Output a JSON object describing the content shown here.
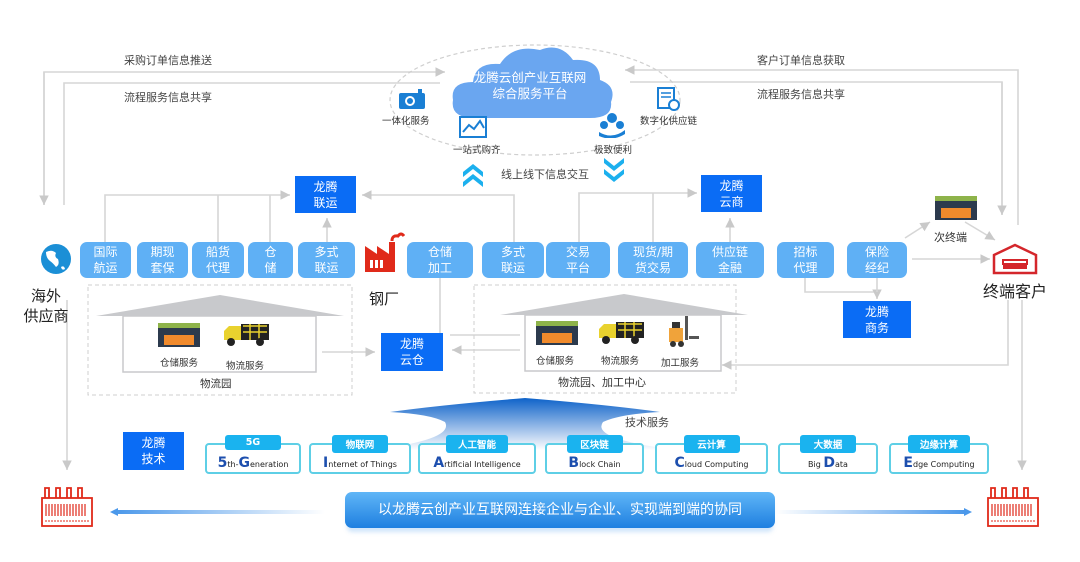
{
  "colors": {
    "service_box": "#5fb0f5",
    "longteng_box": "#0a6cf5",
    "cloud": "#6aa6f0",
    "factory_red": "#e02a1a",
    "connector_gray": "#d4d4d4",
    "tech_border": "#5ecfe6",
    "tech_tag": "#1ab3ef"
  },
  "top_flows": {
    "left_top": "采购订单信息推送",
    "left_bottom": "流程服务信息共享",
    "right_top": "客户订单信息获取",
    "right_bottom": "流程服务信息共享"
  },
  "cloud": {
    "line1": "龙腾云创产业互联网",
    "line2": "综合服务平台",
    "features": [
      {
        "label": "一体化服务",
        "icon": "integrated-service-icon"
      },
      {
        "label": "一站式购齐",
        "icon": "chart-line-icon"
      },
      {
        "label": "极致便利",
        "icon": "convenience-icon"
      },
      {
        "label": "数字化供应链",
        "icon": "digital-document-icon"
      }
    ],
    "exchange_label": "线上线下信息交互"
  },
  "endpoints": {
    "supplier": {
      "line1": "海外",
      "line2": "供应商",
      "icon": "globe-icon"
    },
    "steel_plant": {
      "label": "钢厂",
      "icon": "factory-icon"
    },
    "end_customer": {
      "label": "终端客户",
      "icon": "warehouse-icon"
    },
    "sub_terminal": {
      "label": "次终端",
      "icon": "warehouse-goods-icon"
    }
  },
  "services": [
    {
      "line1": "国际",
      "line2": "航运"
    },
    {
      "line1": "期现",
      "line2": "套保"
    },
    {
      "line1": "船货",
      "line2": "代理"
    },
    {
      "line1": "仓",
      "line2": "储"
    },
    {
      "line1": "多式",
      "line2": "联运"
    },
    {
      "line1": "仓储",
      "line2": "加工"
    },
    {
      "line1": "多式",
      "line2": "联运"
    },
    {
      "line1": "交易",
      "line2": "平台"
    },
    {
      "line1": "现货/期",
      "line2": "货交易"
    },
    {
      "line1": "供应链",
      "line2": "金融"
    },
    {
      "line1": "招标",
      "line2": "代理"
    },
    {
      "line1": "保险",
      "line2": "经纪"
    }
  ],
  "longteng": {
    "lianyun": {
      "line1": "龙腾",
      "line2": "联运"
    },
    "yunshang": {
      "line1": "龙腾",
      "line2": "云商"
    },
    "shangwu": {
      "line1": "龙腾",
      "line2": "商务"
    },
    "yuncang": {
      "line1": "龙腾",
      "line2": "云仓"
    },
    "jishu": {
      "line1": "龙腾",
      "line2": "技术"
    }
  },
  "logistics_park": {
    "name": "物流园",
    "items": [
      {
        "label": "仓储服务",
        "icon": "warehouse-goods-icon"
      },
      {
        "label": "物流服务",
        "icon": "truck-icon"
      }
    ]
  },
  "processing_center": {
    "name": "物流园、加工中心",
    "items": [
      {
        "label": "仓储服务",
        "icon": "warehouse-goods-icon"
      },
      {
        "label": "物流服务",
        "icon": "truck-icon"
      },
      {
        "label": "加工服务",
        "icon": "forklift-icon"
      }
    ]
  },
  "tech": {
    "label": "技术服务",
    "items": [
      {
        "tag": "5G",
        "cap": "5",
        "rest_pre": "th-",
        "cap2": "G",
        "rest": "eneration"
      },
      {
        "tag": "物联网",
        "cap": "I",
        "rest_pre": "",
        "cap2": "",
        "rest": "nternet of Things"
      },
      {
        "tag": "人工智能",
        "cap": "A",
        "rest_pre": "",
        "cap2": "",
        "rest": "rtificial Intelligence"
      },
      {
        "tag": "区块链",
        "cap": "B",
        "rest_pre": "",
        "cap2": "",
        "rest": "lock Chain"
      },
      {
        "tag": "云计算",
        "cap": "C",
        "rest_pre": "",
        "cap2": "",
        "rest": "loud Computing"
      },
      {
        "tag": "大数据",
        "cap": "",
        "rest_pre": "Big ",
        "cap2": "D",
        "rest": "ata"
      },
      {
        "tag": "边缘计算",
        "cap": "E",
        "rest_pre": "",
        "cap2": "",
        "rest": "dge Computing"
      }
    ]
  },
  "banner": "以龙腾云创产业互联网连接企业与企业、实现端到端的协同"
}
